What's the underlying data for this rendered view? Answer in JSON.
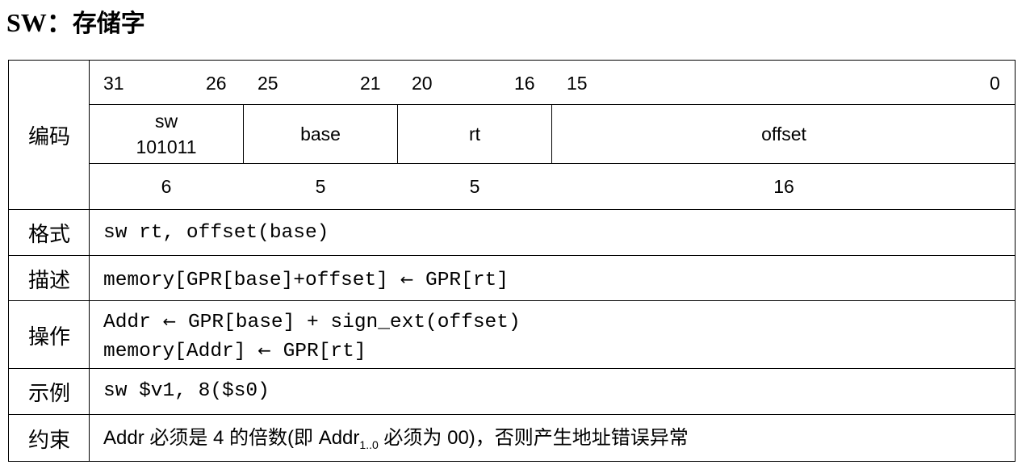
{
  "title": {
    "en": "SW：",
    "zh": "存储字"
  },
  "labels": {
    "encoding": "编码",
    "format": "格式",
    "description": "描述",
    "operation": "操作",
    "example": "示例",
    "constraint": "约束"
  },
  "bit_numbers": [
    "31",
    "26",
    "25",
    "21",
    "20",
    "16",
    "15",
    "0"
  ],
  "fields": [
    {
      "name": "sw",
      "code": "101011",
      "width": "6"
    },
    {
      "name": "base",
      "code": "",
      "width": "5"
    },
    {
      "name": "rt",
      "code": "",
      "width": "5"
    },
    {
      "name": "offset",
      "code": "",
      "width": "16"
    }
  ],
  "format": "sw rt, offset(base)",
  "description": {
    "left": "memory[GPR[base]+offset] ",
    "arrow": "←",
    "right": " GPR[rt]"
  },
  "operation": {
    "line1": {
      "left": "Addr ",
      "arrow": "←",
      "right": " GPR[base] + sign_ext(offset)"
    },
    "line2": {
      "left": "memory[Addr] ",
      "arrow": "←",
      "right": " GPR[rt]"
    }
  },
  "example": "sw $v1, 8($s0)",
  "constraint": {
    "pre": "Addr 必须是 4 的倍数(即 Addr",
    "sub": "1..0",
    "post": " 必须为 00)，否则产生地址错误异常"
  }
}
